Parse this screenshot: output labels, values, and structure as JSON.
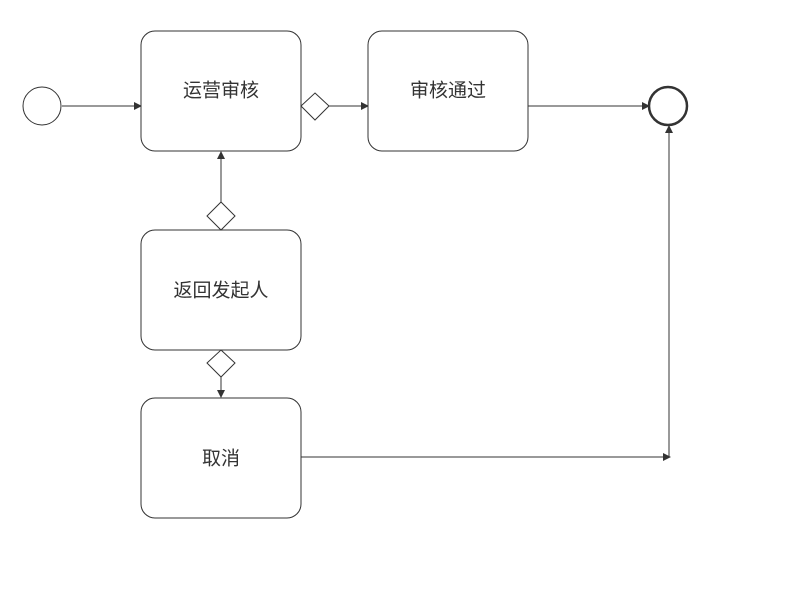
{
  "diagram": {
    "type": "bpmn-flow",
    "colors": {
      "stroke": "#333333",
      "fill": "#ffffff",
      "text": "#333333"
    },
    "nodes": {
      "start_event": {
        "kind": "start-event"
      },
      "review": {
        "kind": "task",
        "label": "运营审核"
      },
      "approved": {
        "kind": "task",
        "label": "审核通过"
      },
      "return_to_initiator": {
        "kind": "task",
        "label": "返回发起人"
      },
      "cancel": {
        "kind": "task",
        "label": "取消"
      },
      "end_event": {
        "kind": "end-event"
      }
    },
    "gateways": [
      "review-right-gateway",
      "return-top-gateway",
      "return-bottom-gateway"
    ],
    "edges": [
      {
        "from": "start_event",
        "to": "review"
      },
      {
        "from": "review",
        "to": "approved",
        "via": "review-right-gateway"
      },
      {
        "from": "approved",
        "to": "end_event"
      },
      {
        "from": "return_to_initiator",
        "to": "review",
        "via": "return-top-gateway"
      },
      {
        "from": "return_to_initiator",
        "to": "cancel",
        "via": "return-bottom-gateway"
      },
      {
        "from": "cancel",
        "to": "end_event"
      }
    ]
  }
}
